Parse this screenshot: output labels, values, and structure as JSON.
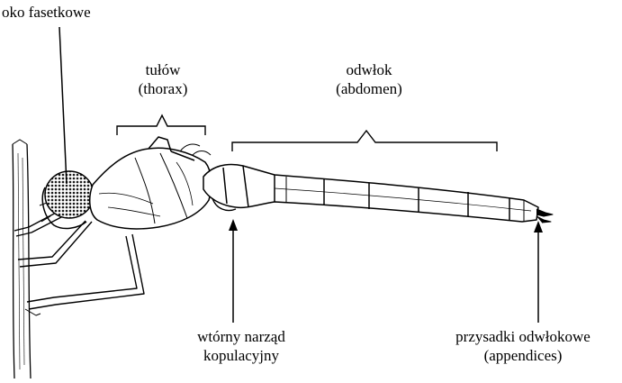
{
  "labels": {
    "compound_eye": "oko fasetkowe",
    "thorax": {
      "line1": "tułów",
      "line2": "(thorax)"
    },
    "abdomen": {
      "line1": "odwłok",
      "line2": "(abdomen)"
    },
    "copulatory_organ": {
      "line1": "wtórny narząd",
      "line2": "kopulacyjny"
    },
    "appendices": {
      "line1": "przysadki odwłokowe",
      "line2": "(appendices)"
    }
  },
  "colors": {
    "ink": "#000000",
    "background": "#ffffff",
    "eye_fill": "#3a3a3a"
  }
}
